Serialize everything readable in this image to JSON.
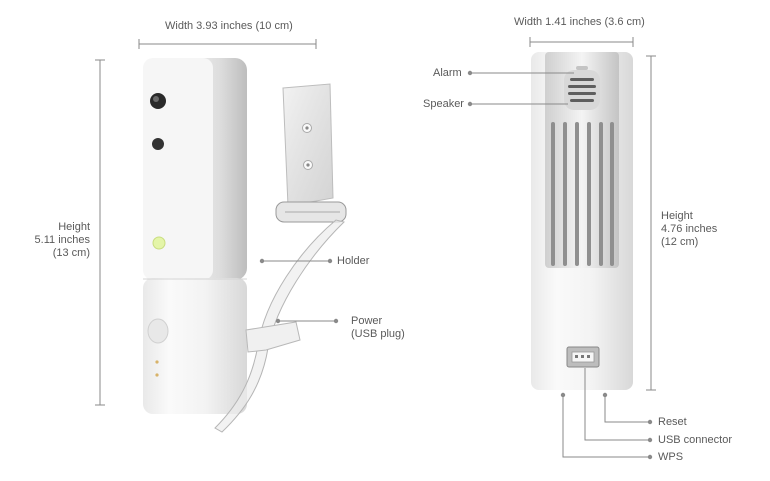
{
  "left_device": {
    "width_label": "Width 3.93 inches (10 cm)",
    "height_label": [
      "Height",
      "5.11 inches",
      "(13 cm)"
    ],
    "callouts": {
      "holder": "Holder",
      "power": [
        "Power",
        "(USB plug)"
      ]
    }
  },
  "right_device": {
    "width_label": "Width 1.41 inches (3.6 cm)",
    "height_label": [
      "Height",
      "4.76 inches",
      "(12 cm)"
    ],
    "callouts": {
      "alarm": "Alarm",
      "speaker": "Speaker",
      "reset": "Reset",
      "usb_connector": "USB connector",
      "wps": "WPS"
    }
  },
  "colors": {
    "device_body": "#f4f4f4",
    "device_shadow": "#d9d9d9",
    "led_green": "#e4f5a8",
    "annotation": "#8a8a8a"
  }
}
